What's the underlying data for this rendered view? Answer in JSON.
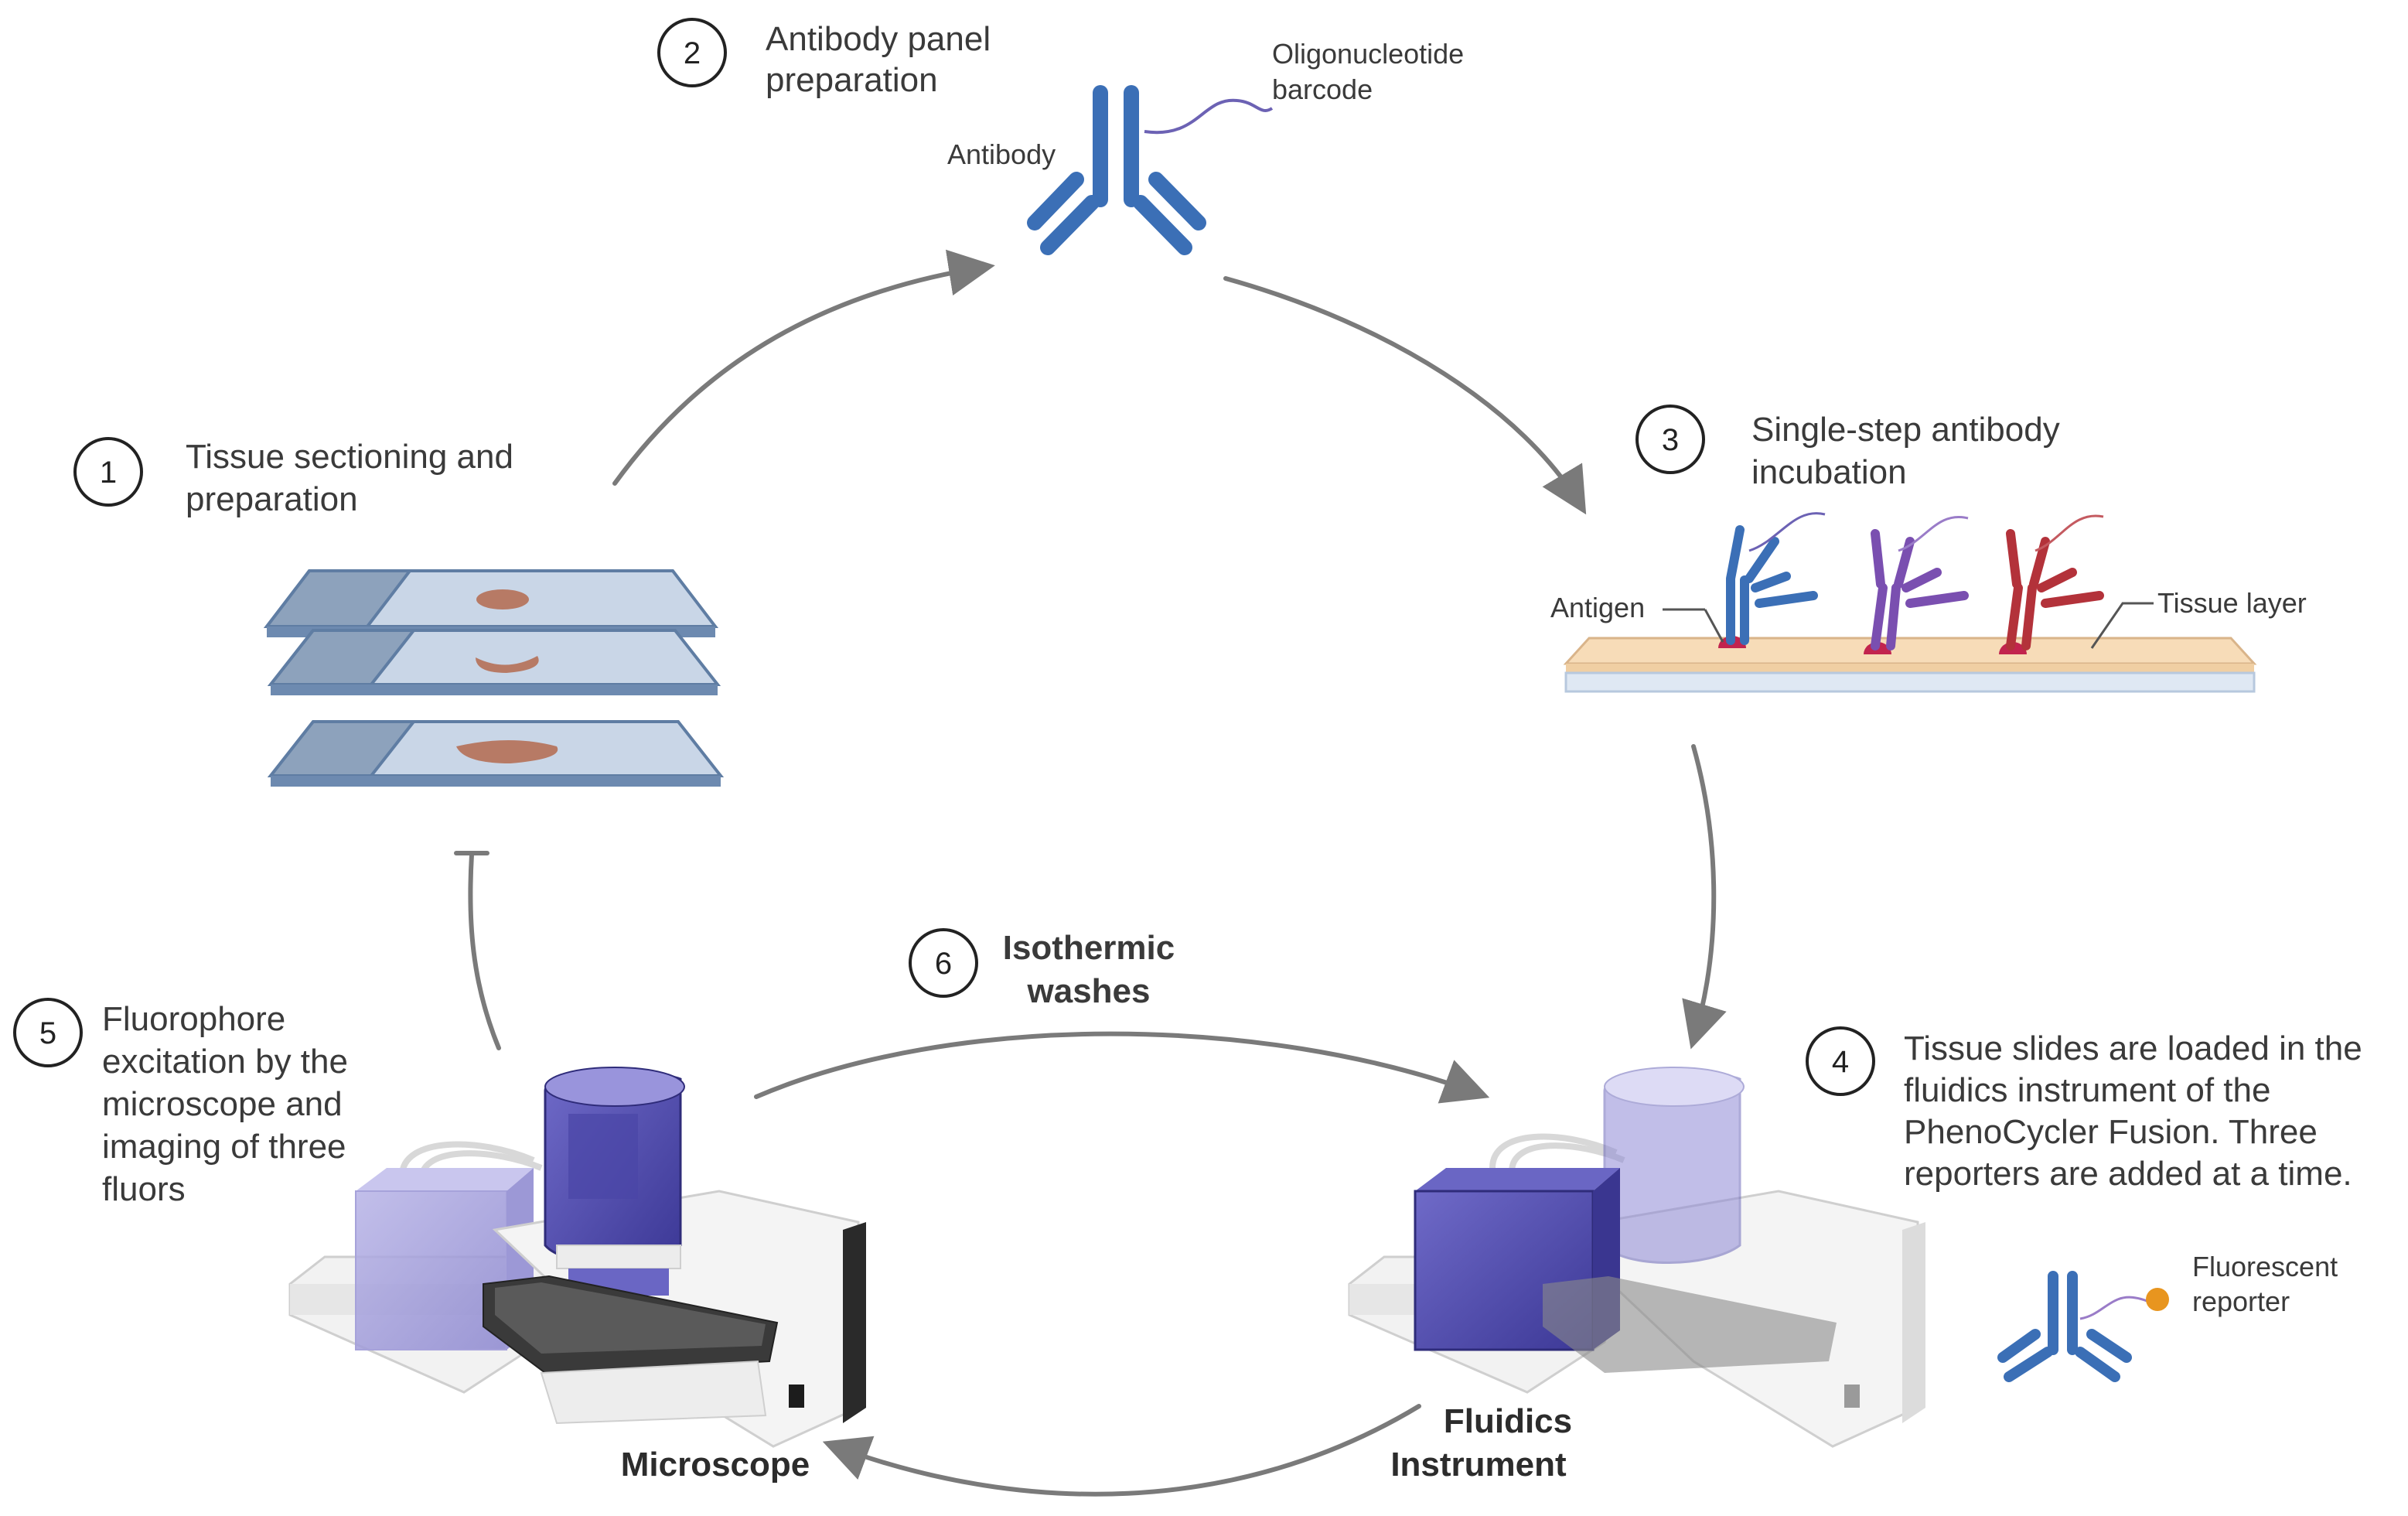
{
  "steps": [
    {
      "number": "1",
      "line1": "Tissue sectioning and",
      "line2": "preparation"
    },
    {
      "number": "2",
      "line1": "Antibody panel",
      "line2": "preparation"
    },
    {
      "number": "3",
      "line1": "Single-step antibody",
      "line2": "incubation"
    },
    {
      "number": "4",
      "lines": [
        "Tissue slides are loaded in the",
        "fluidics instrument of the",
        "PhenoCycler Fusion. Three",
        "reporters are added at a time."
      ]
    },
    {
      "number": "5",
      "lines": [
        "Fluorophore",
        "excitation by the",
        "microscope and",
        "imaging of three",
        "fluors"
      ]
    },
    {
      "number": "6",
      "line1": "Isothermic",
      "line2": "washes"
    }
  ],
  "labels": {
    "antibody": "Antibody",
    "oligo_line1": "Oligonucleotide",
    "oligo_line2": "barcode",
    "antigen": "Antigen",
    "tissue_layer": "Tissue layer",
    "fluorescent_line1": "Fluorescent",
    "fluorescent_line2": "reporter",
    "microscope": "Microscope",
    "fluidics_line1": "Fluidics",
    "fluidics_line2": "Instrument"
  },
  "colors": {
    "antibody_blue": "#3b6fb6",
    "antibody_purple": "#7a4fb0",
    "antibody_red": "#b3323a",
    "antigen": "#c2244e",
    "tissue": "#f7dcb8",
    "slide": "#b7c8de",
    "tissue_sample": "#b77a65",
    "instrument_purple": "#5b56b8",
    "reporter_orange": "#e8951f",
    "arrow": "#7a7a7a"
  }
}
